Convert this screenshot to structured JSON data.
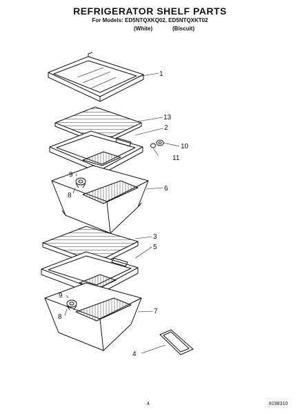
{
  "header": {
    "title": "REFRIGERATOR SHELF PARTS",
    "models_line": "For Models: ED5NTQXKQ02, ED5NTQXKT02",
    "color_white": "(White)",
    "color_biscuit": "(Biscuit)"
  },
  "callouts": [
    "1",
    "13",
    "2",
    "10",
    "11",
    "9",
    "8",
    "6",
    "3",
    "5",
    "9",
    "8",
    "7",
    "4"
  ],
  "footer": {
    "page_number": "4",
    "doc_number": "8198310"
  }
}
